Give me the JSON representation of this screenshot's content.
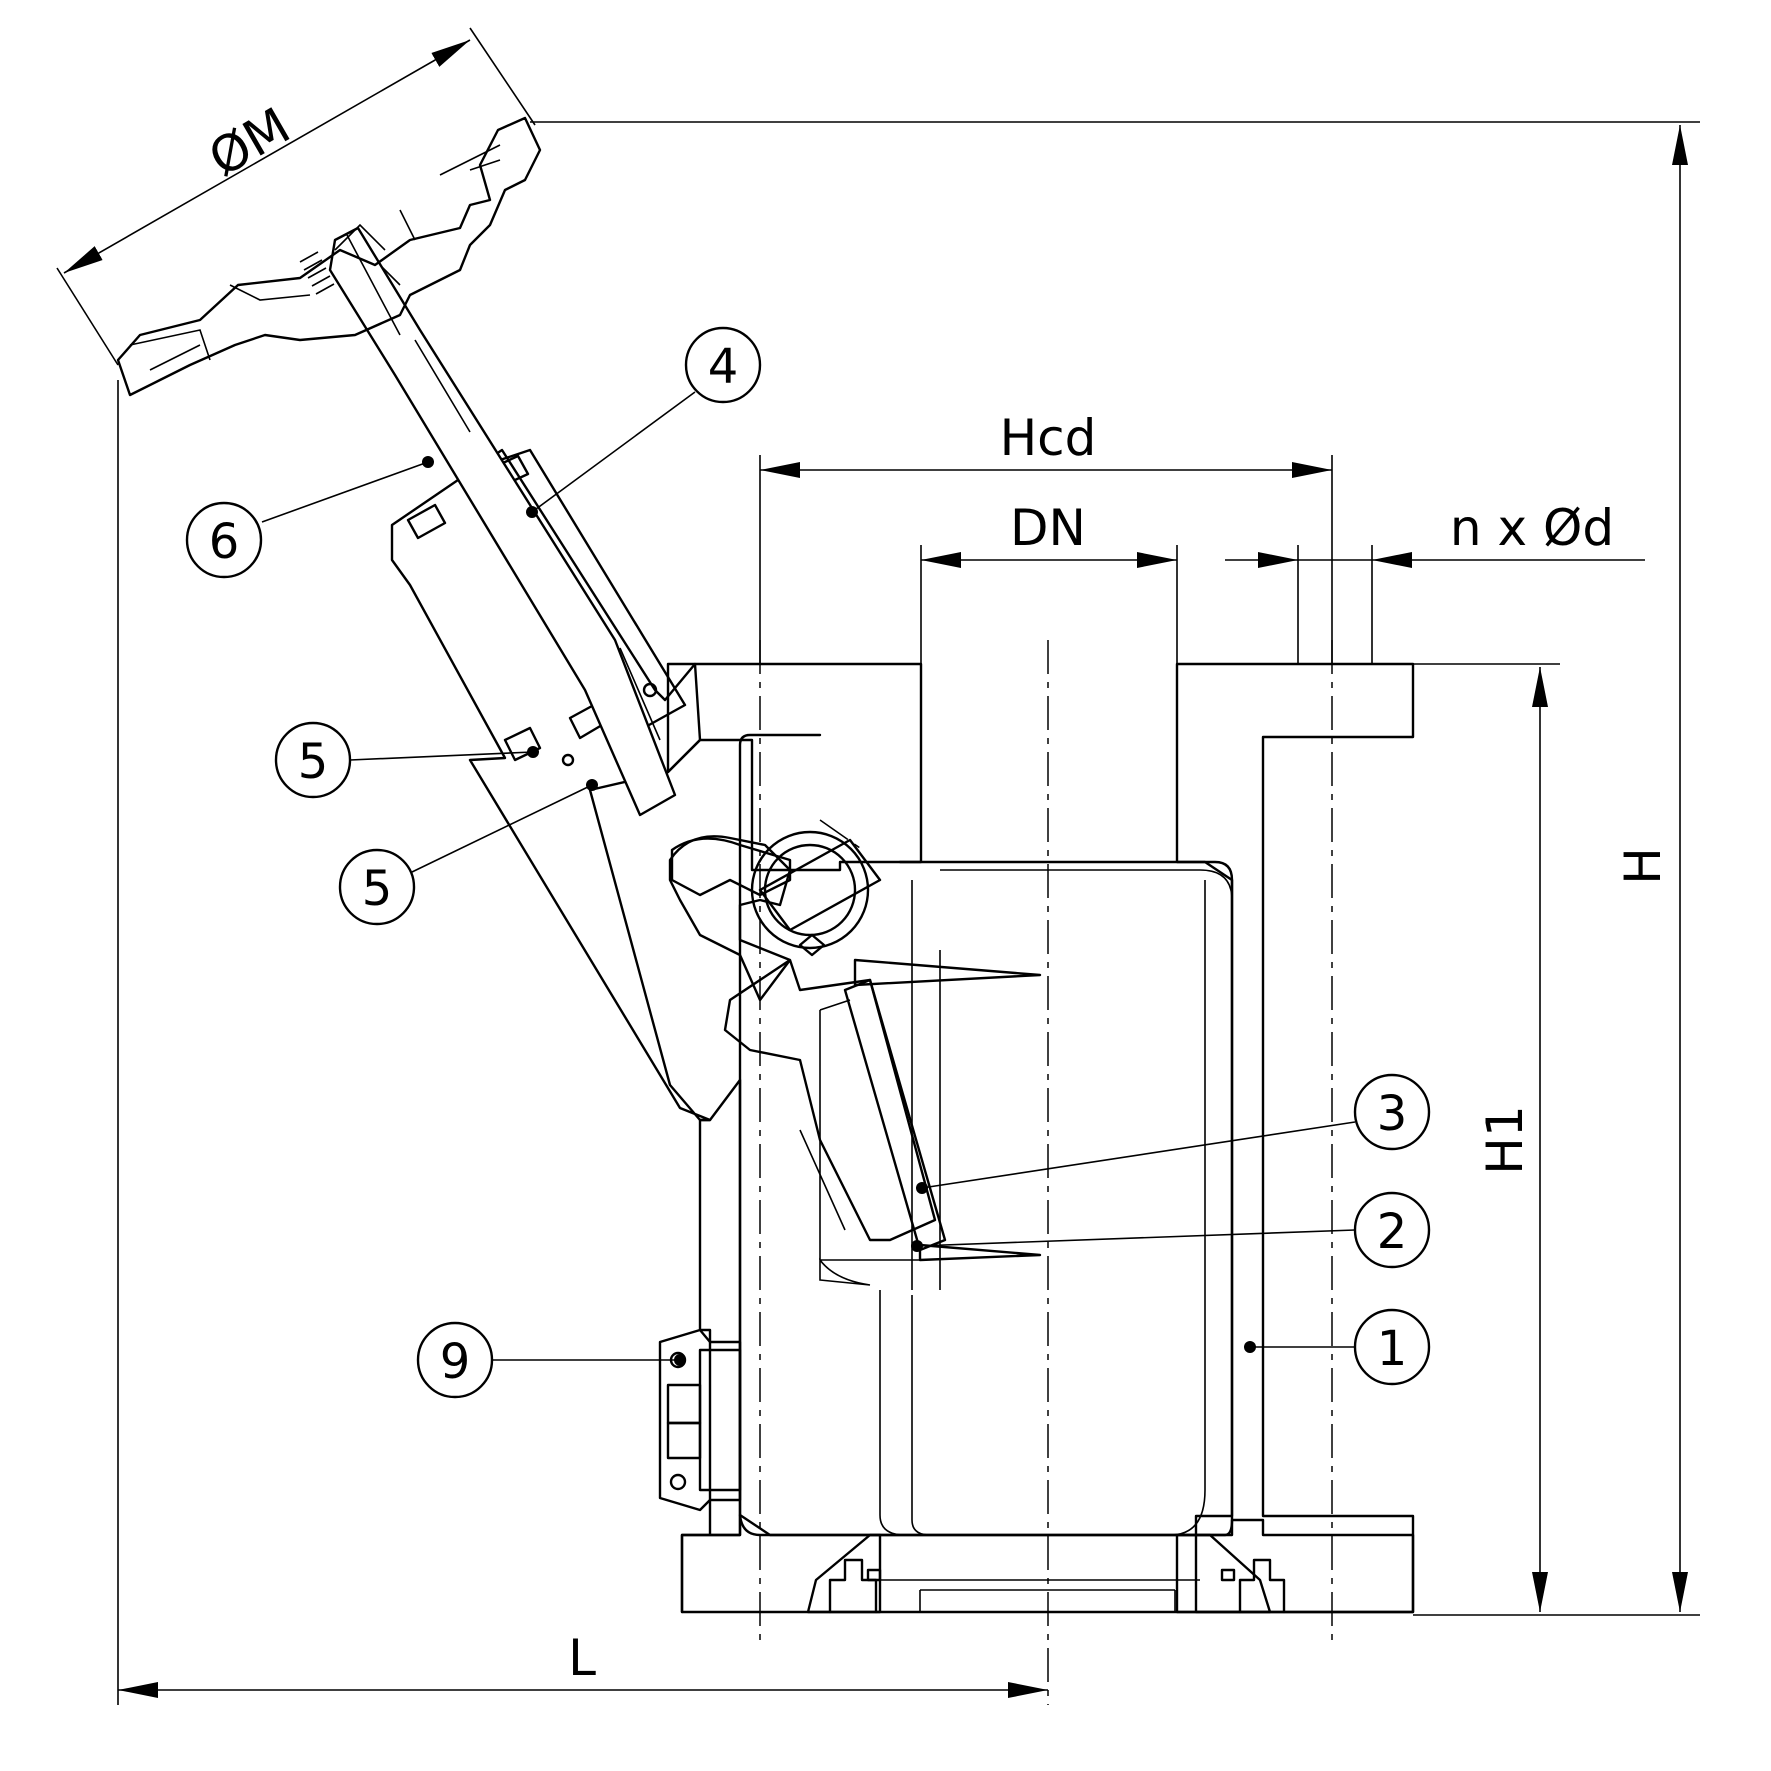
{
  "dimensions": {
    "handwheel_diameter": "ØM",
    "overall_height": "H",
    "body_height": "H1",
    "overall_length": "L",
    "bolt_circle": "Hcd",
    "nominal_diameter": "DN",
    "bolt_holes": "n x Ød"
  },
  "balloons": [
    {
      "number": "1"
    },
    {
      "number": "2"
    },
    {
      "number": "3"
    },
    {
      "number": "4"
    },
    {
      "number": "5"
    },
    {
      "number": "5"
    },
    {
      "number": "6"
    },
    {
      "number": "9"
    }
  ]
}
